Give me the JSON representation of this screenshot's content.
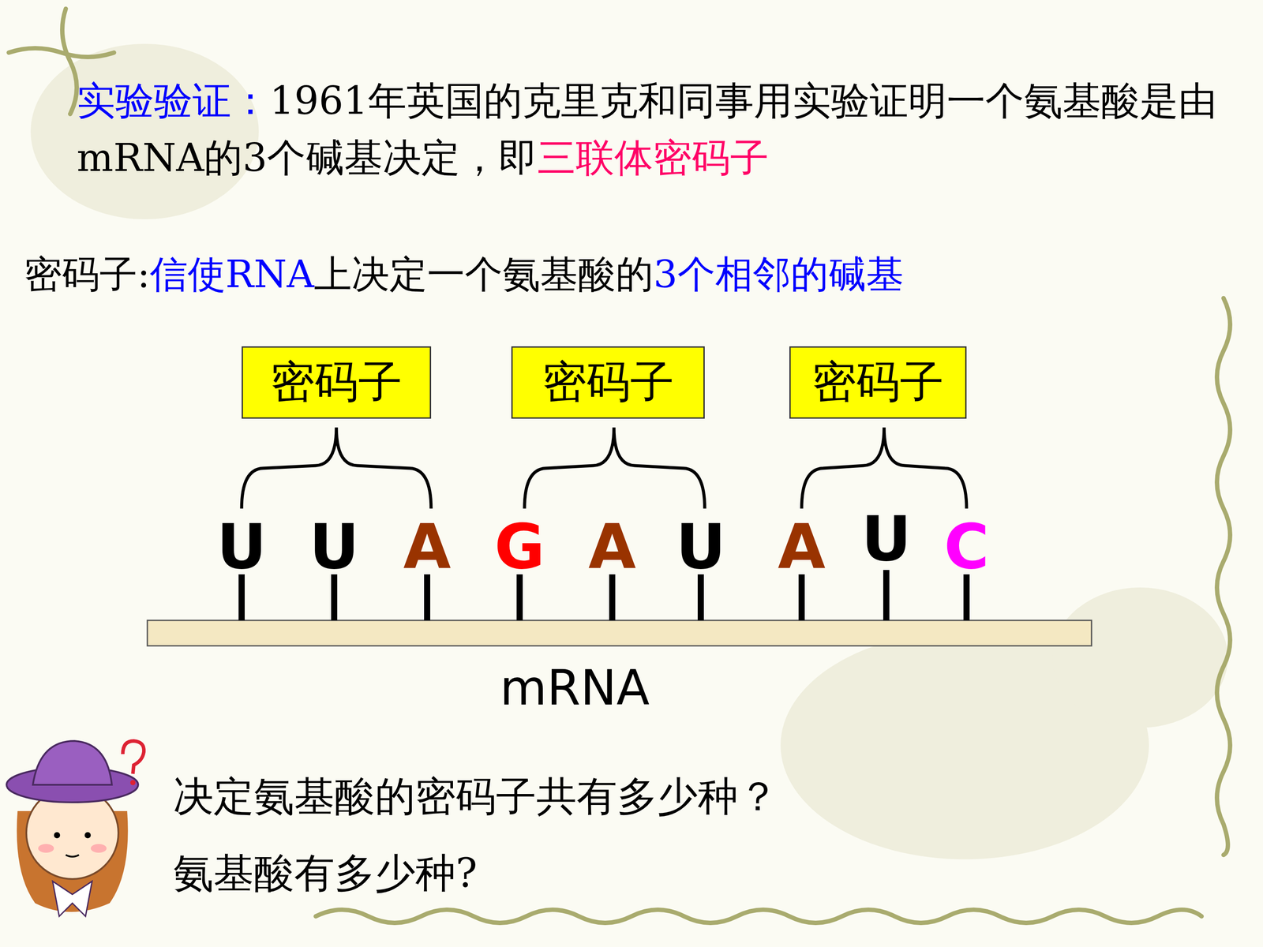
{
  "diagram": {
    "nodes": [
      {
        "text": [
          "密码子"
        ]
      },
      {
        "text": [
          "密码子"
        ]
      },
      {
        "text": [
          "密码子"
        ]
      }
    ],
    "labels": [
      "实验验证：",
      "1961年英国的克里克和同事用实验证明一个氨基酸是由mRNA的3个碱基决定，即",
      "三联体密码子",
      "密码子:",
      "信使RNA",
      "上决定一个氨基酸的",
      "3个相邻的碱基",
      "U",
      "U",
      "A",
      "G",
      "A",
      "U",
      "A",
      "U",
      "C",
      "mRNA",
      "决定氨基酸的密码子共有多少种？",
      "氨基酸有多少种?"
    ]
  }
}
